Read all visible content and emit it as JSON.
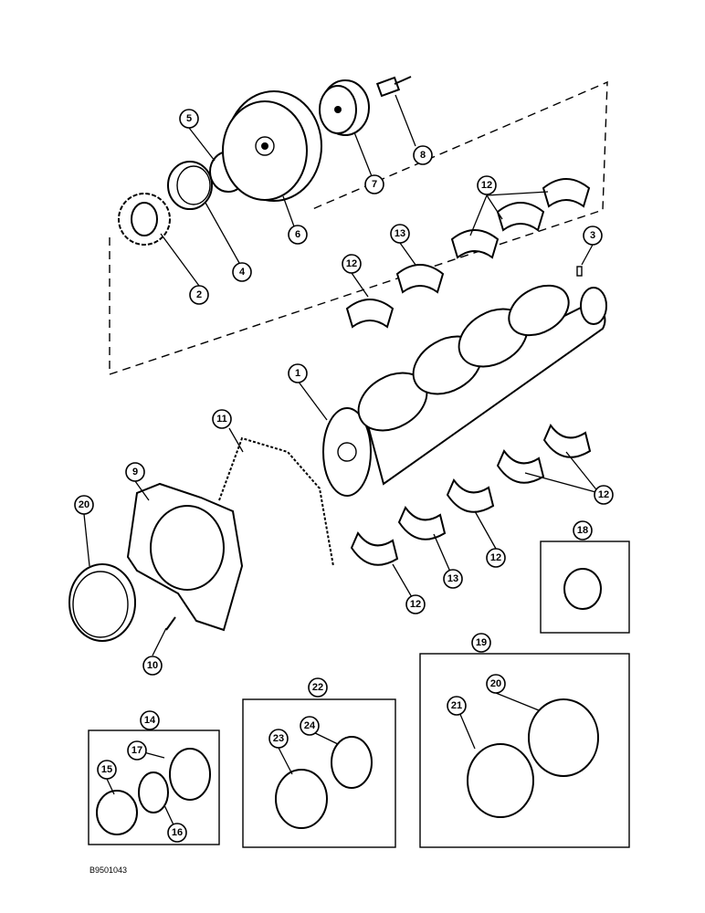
{
  "figure_ref": "B9501043",
  "colors": {
    "line": "#000000",
    "background": "#ffffff"
  },
  "callouts": {
    "c1": "1",
    "c2": "2",
    "c3": "3",
    "c4": "4",
    "c5": "5",
    "c6": "6",
    "c7": "7",
    "c8": "8",
    "c9": "9",
    "c10": "10",
    "c11": "11",
    "c12a": "12",
    "c12b": "12",
    "c12c": "12",
    "c12d": "12",
    "c12e": "12",
    "c13a": "13",
    "c13b": "13",
    "c14": "14",
    "c15": "15",
    "c16": "16",
    "c17": "17",
    "c18": "18",
    "c19": "19",
    "c20a": "20",
    "c20b": "20",
    "c21": "21",
    "c22": "22",
    "c23": "23",
    "c24": "24"
  }
}
